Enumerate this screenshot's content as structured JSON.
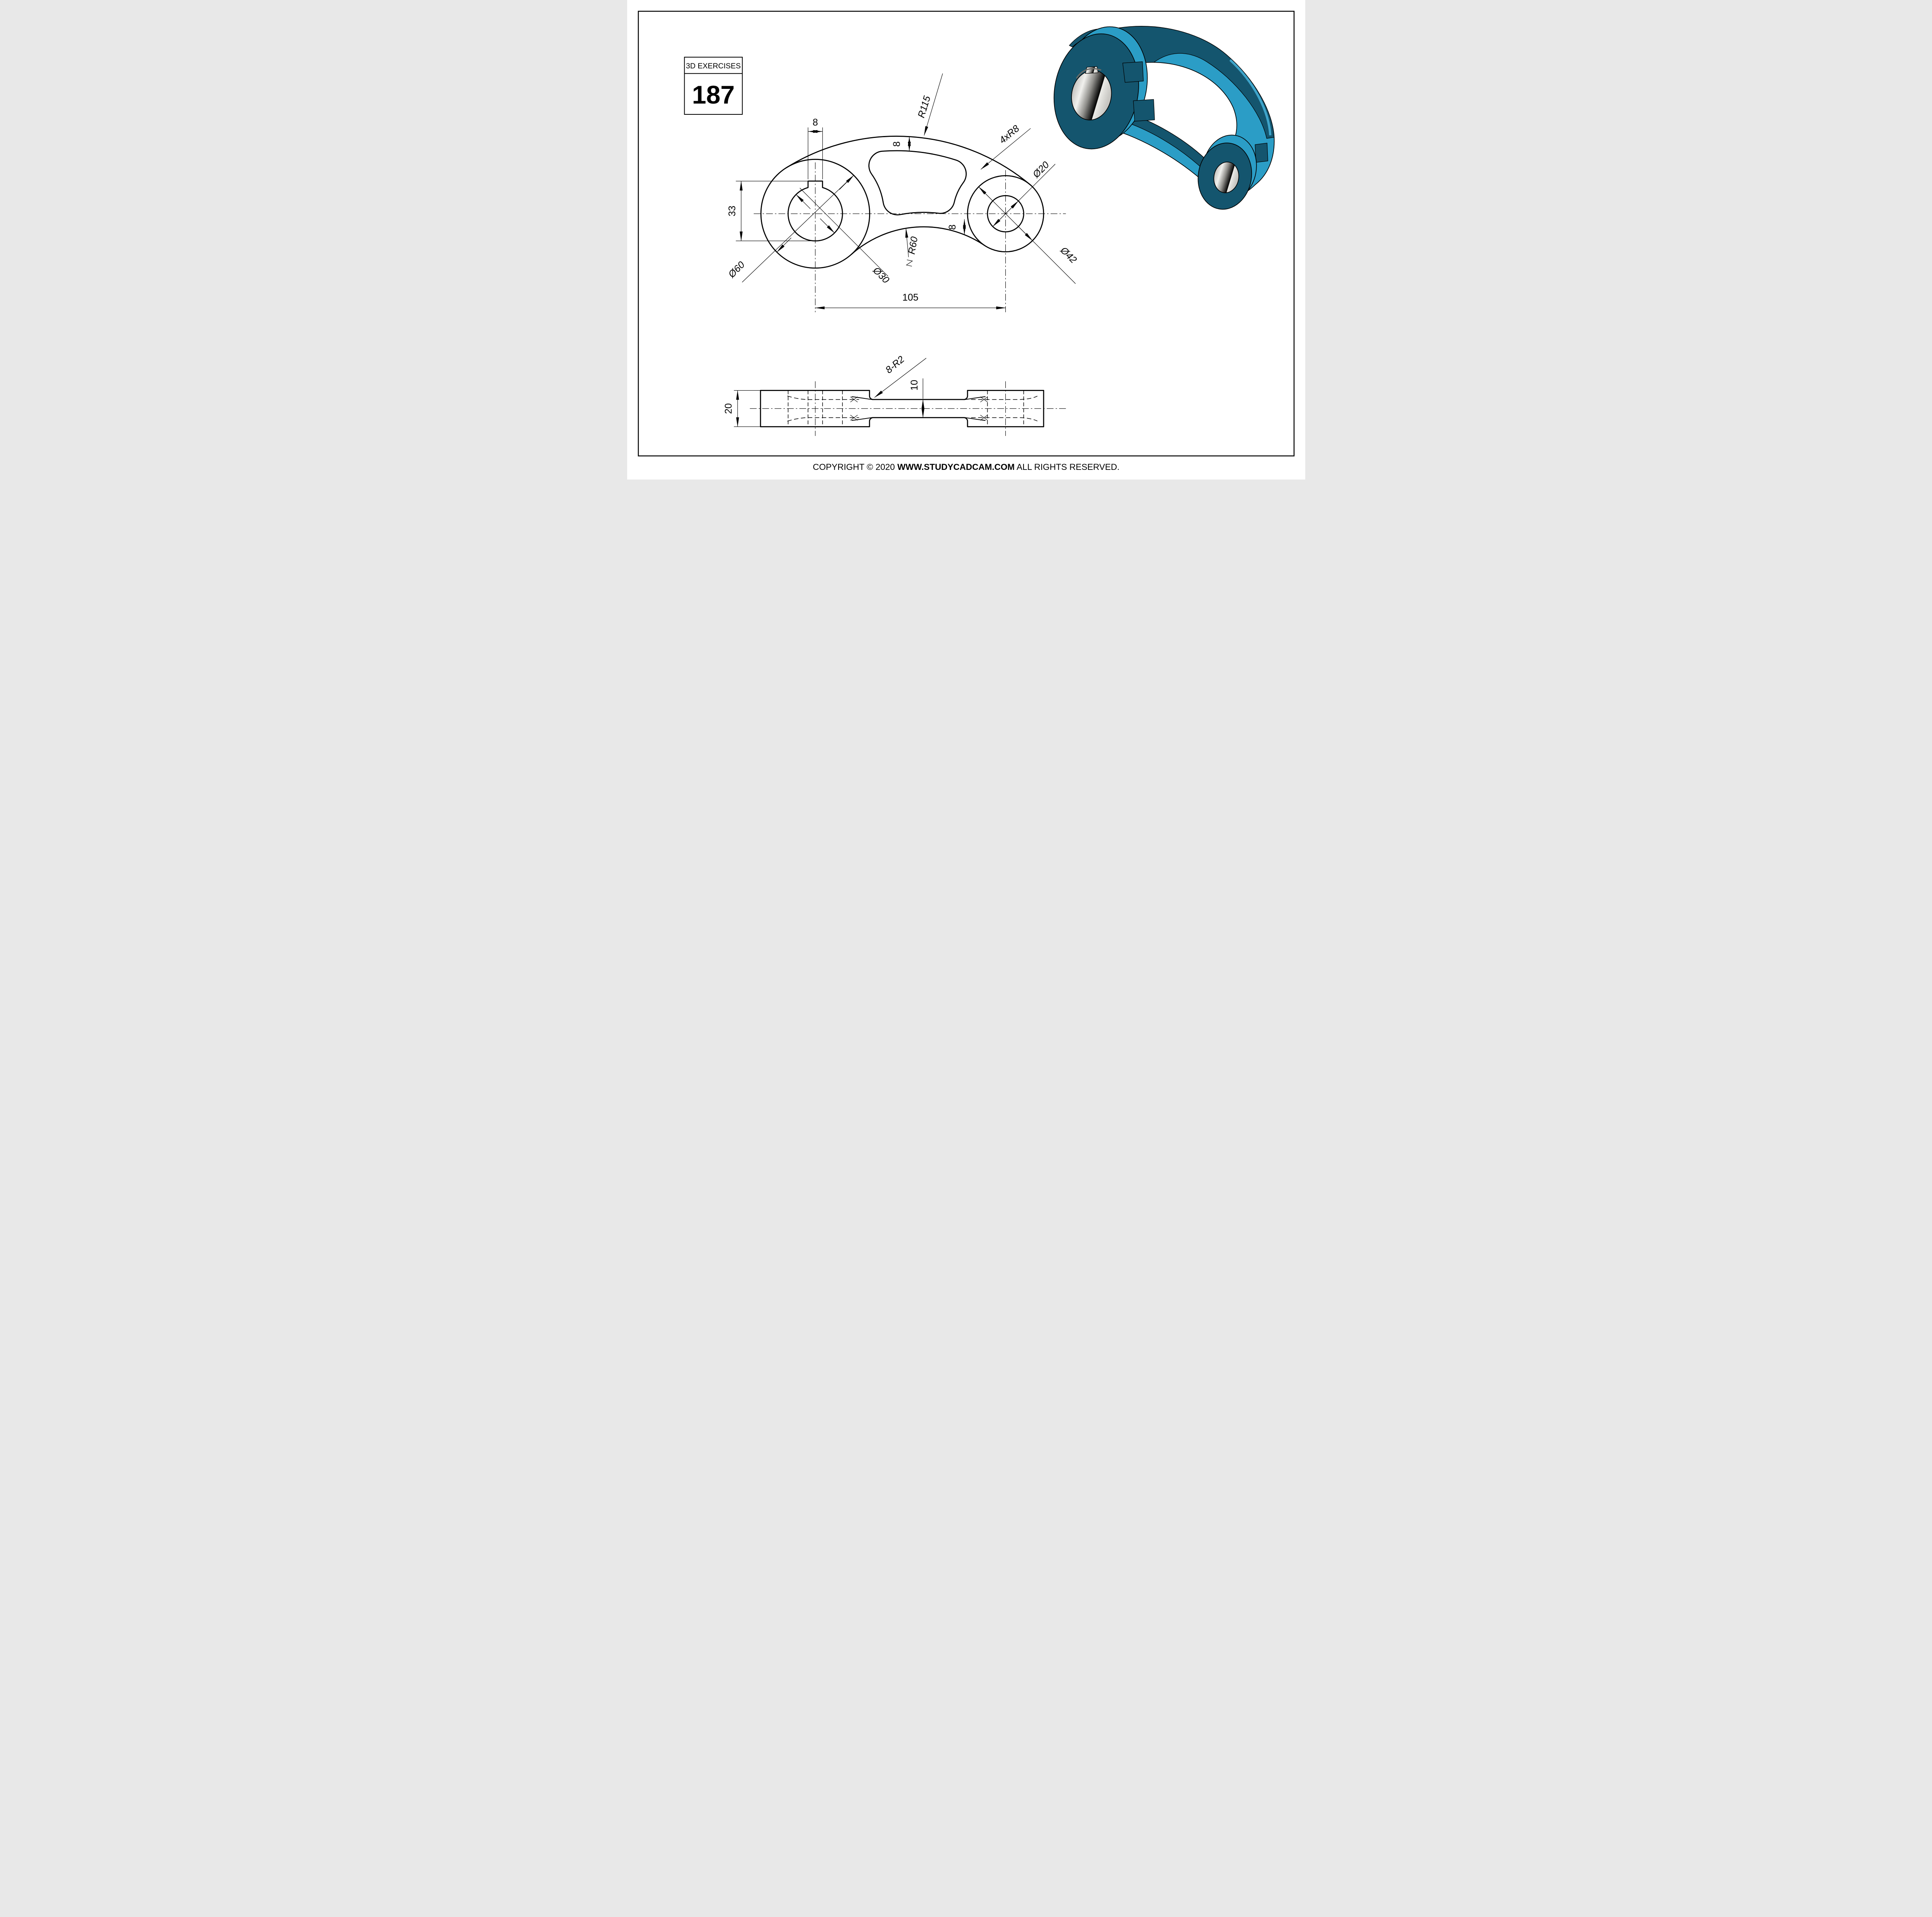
{
  "title_block": {
    "series_label": "3D EXERCISES",
    "exercise_number": "187"
  },
  "front_view": {
    "labels": {
      "keyway_width": "8",
      "keyway_to_hole_bottom": "33",
      "left_boss_diameter": "Ø60",
      "left_hole_diameter": "Ø30",
      "right_hole_diameter": "Ø20",
      "right_boss_diameter": "Ø42",
      "center_distance": "105",
      "outer_arc_radius": "R115",
      "corner_fillets": "4xR8",
      "lower_arc_radius": "R60",
      "top_rim_width": "8",
      "bottom_rim_width": "8"
    }
  },
  "side_view": {
    "labels": {
      "plate_thickness": "20",
      "web_thickness": "10",
      "web_fillets": "8-R2"
    }
  },
  "render_3d": {
    "colors": {
      "face_dark": "#14556e",
      "face_light": "#2b9dc6",
      "highlight": "#45b3da",
      "bore_silver": "#d7d6d2",
      "outline": "#000000"
    }
  },
  "footer": {
    "prefix": "COPYRIGHT © 2020 ",
    "site": "WWW.STUDYCADCAM.COM",
    "suffix": " ALL RIGHTS RESERVED."
  }
}
